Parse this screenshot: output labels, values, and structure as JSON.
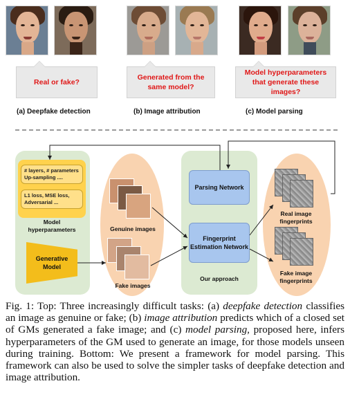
{
  "tasks": [
    {
      "question": "Real or fake?",
      "caption": "(a) Deepfake detection"
    },
    {
      "question": "Generated from the same model?",
      "caption": "(b) Image attribution"
    },
    {
      "question": "Model hyperparameters that generate these images?",
      "caption": "(c) Model parsing"
    }
  ],
  "diagram": {
    "hyperparam_box1": [
      "# layers, # parameters",
      "Up-sampling ...."
    ],
    "hyperparam_box2": [
      "L1 loss,  MSE loss,",
      "Adversarial ..."
    ],
    "model_hyperparameters_label": "Model hyperparameters",
    "generative_model": "Generative Model",
    "genuine_images": "Genuine images",
    "fake_images": "Fake images",
    "parsing_network": "Parsing Network",
    "fen": "Fingerprint Estimation Network",
    "our_approach": "Our approach",
    "real_fingerprints": "Real image fingerprints",
    "fake_fingerprints": "Fake image fingerprints"
  },
  "caption": {
    "label": "Fig. 1:",
    "intro": " Top: Three increasingly difficult tasks: (a) ",
    "t1": "deepfake detection",
    "p1": " classifies an image as genuine or fake; (b) ",
    "t2": "image attribution",
    "p2": " predicts which of a closed set of GMs generated a fake image; and (c) ",
    "t3": "model parsing",
    "p3": ", proposed here, infers hyperparameters of the GM used to generate an image, for those models unseen during training. Bottom: We present a framework for model parsing. This framework can also be used to solve the simpler tasks of deepfake detection and image attribution."
  },
  "colors": {
    "question_red": "#e01818",
    "panel_green": "#dcead2",
    "oval_peach": "#f9d3b0",
    "network_blue": "#a8c6ee",
    "model_yellow": "#f3bd1b"
  }
}
